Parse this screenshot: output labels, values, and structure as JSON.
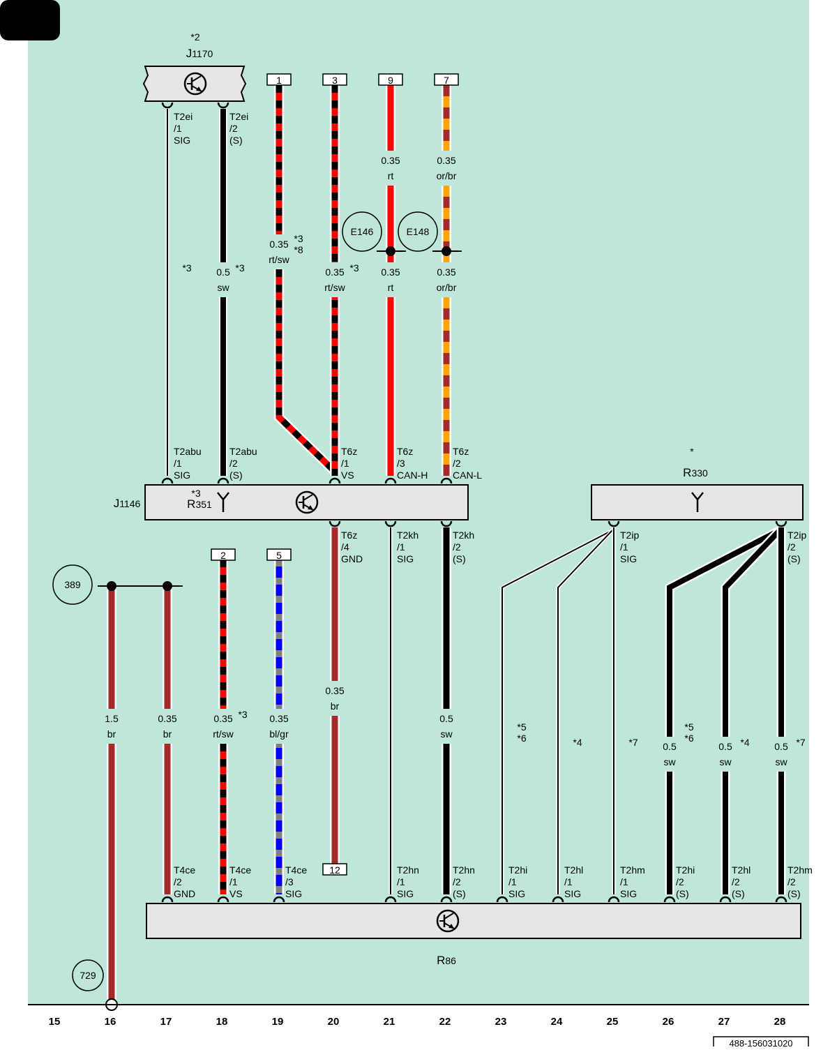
{
  "corner_badge": "",
  "components": {
    "j1170": {
      "star": "*2",
      "name": "J",
      "sub": "1170"
    },
    "j1146": {
      "name": "J",
      "sub": "1146"
    },
    "r351": {
      "star": "*3",
      "name": "R",
      "sub": "351"
    },
    "r330": {
      "star": "*",
      "name": "R",
      "sub": "330"
    },
    "r86": {
      "name": "R",
      "sub": "86"
    }
  },
  "circles": {
    "e146": "E146",
    "e148": "E148",
    "c389": "389",
    "c729": "729"
  },
  "pin_boxes": {
    "p1": "1",
    "p3": "3",
    "p9": "9",
    "p7": "7",
    "p2": "2",
    "p5": "5",
    "p12": "12"
  },
  "wire_labels": {
    "w18a": [
      "0.35",
      "rt/sw"
    ],
    "w18a_note": [
      "*3",
      "*8"
    ],
    "w20a": [
      "0.35",
      "rt/sw"
    ],
    "w20a_note": "*3",
    "w21a_top": [
      "0.35",
      "rt"
    ],
    "w21a_bot": [
      "0.35",
      "rt"
    ],
    "w22a_top": [
      "0.35",
      "or/br"
    ],
    "w22a_bot": [
      "0.35",
      "or/br"
    ],
    "w17a_note": "*3",
    "w18b": [
      "0.5",
      "sw"
    ],
    "w18b_note": "*3",
    "w16": [
      "1.5",
      "br"
    ],
    "w17b": [
      "0.35",
      "br"
    ],
    "w18c": [
      "0.35",
      "rt/sw"
    ],
    "w18c_note": "*3",
    "w19": [
      "0.35",
      "bl/gr"
    ],
    "w20b": [
      "0.35",
      "br"
    ],
    "w22b": [
      "0.5",
      "sw"
    ],
    "w23_note": [
      "*5",
      "*6"
    ],
    "w24_note": "*4",
    "w25_note": "*7",
    "w26": [
      "0.5",
      "sw"
    ],
    "w26_note": [
      "*5",
      "*6"
    ],
    "w27": [
      "0.5",
      "sw"
    ],
    "w27_note": "*4",
    "w28": [
      "0.5",
      "sw"
    ],
    "w28_note": "*7"
  },
  "connector_labels": {
    "t2ei1": [
      "T2ei",
      "/1",
      "SIG"
    ],
    "t2ei2": [
      "T2ei",
      "/2",
      "(S)"
    ],
    "t2abu1": [
      "T2abu",
      "/1",
      "SIG"
    ],
    "t2abu2": [
      "T2abu",
      "/2",
      "(S)"
    ],
    "t6z1": [
      "T6z",
      "/1",
      "VS"
    ],
    "t6z3": [
      "T6z",
      "/3",
      "CAN-H"
    ],
    "t6z2": [
      "T6z",
      "/2",
      "CAN-L"
    ],
    "t6z4": [
      "T6z",
      "/4",
      "GND"
    ],
    "t2kh1": [
      "T2kh",
      "/1",
      "SIG"
    ],
    "t2kh2": [
      "T2kh",
      "/2",
      "(S)"
    ],
    "t2ip1": [
      "T2ip",
      "/1",
      "SIG"
    ],
    "t2ip2": [
      "T2ip",
      "/2",
      "(S)"
    ],
    "t4ce2": [
      "T4ce",
      "/2",
      "GND"
    ],
    "t4ce1": [
      "T4ce",
      "/1",
      "VS"
    ],
    "t4ce3": [
      "T4ce",
      "/3",
      "SIG"
    ],
    "t2hn1": [
      "T2hn",
      "/1",
      "SIG"
    ],
    "t2hn2": [
      "T2hn",
      "/2",
      "(S)"
    ],
    "t2hi1": [
      "T2hi",
      "/1",
      "SIG"
    ],
    "t2hl1": [
      "T2hl",
      "/1",
      "SIG"
    ],
    "t2hm1": [
      "T2hm",
      "/1",
      "SIG"
    ],
    "t2hi2": [
      "T2hi",
      "/2",
      "(S)"
    ],
    "t2hl2": [
      "T2hl",
      "/2",
      "(S)"
    ],
    "t2hm2": [
      "T2hm",
      "/2",
      "(S)"
    ]
  },
  "grid_numbers": [
    "15",
    "16",
    "17",
    "18",
    "19",
    "20",
    "21",
    "22",
    "23",
    "24",
    "25",
    "26",
    "27",
    "28"
  ],
  "doc_number": "488-156031020",
  "colors": {
    "background": "#bfe6da",
    "red": "#ff0000",
    "black": "#000000",
    "brown": "#a52a2a",
    "orange": "#ffa500",
    "blue": "#0000ff",
    "grey": "#808080",
    "component_fill": "#e6e6e6"
  }
}
